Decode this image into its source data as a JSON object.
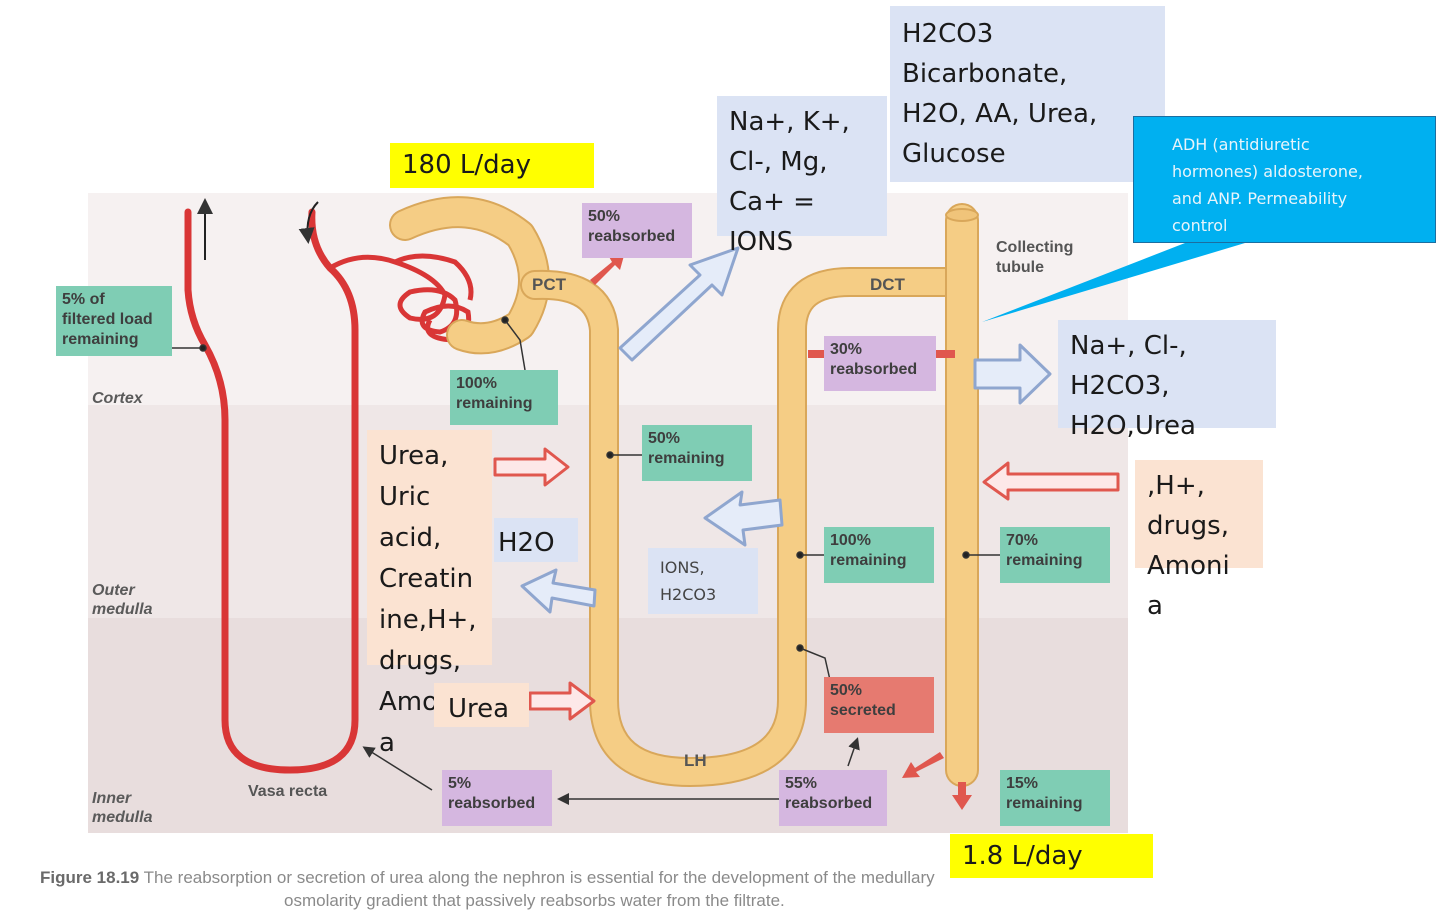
{
  "zones": {
    "cortex": "Cortex",
    "outer_medulla": "Outer\nmedulla",
    "inner_medulla": "Inner\nmedulla"
  },
  "segments": {
    "pct": "PCT",
    "dct": "DCT",
    "lh": "LH",
    "collecting": "Collecting\ntubule",
    "vasa_recta": "Vasa recta"
  },
  "tags": {
    "filtered_load": "5% of\nfiltered load\nremaining",
    "pct_remaining": "100%\nremaining",
    "pct_reabsorbed": "50%\nreabsorbed",
    "desc_remaining": "50%\nremaining",
    "dct_reabsorbed": "30%\nreabsorbed",
    "asc_remaining": "100%\nremaining",
    "ct_remaining": "70%\nremaining",
    "secreted": "50%\nsecreted",
    "lh_reabsorbed_5": "5%\nreabsorbed",
    "lh_reabsorbed_55": "55%\nreabsorbed",
    "final_remaining": "15%\nremaining"
  },
  "annotations": {
    "flow_in": "180 L/day",
    "flow_out": "1.8 L/day",
    "ions_box": "Na+, K+,\nCl-, Mg,\nCa+ =\nIONS",
    "pct_absorbed": "H2CO3\nBicarbonate,\nH2O, AA, Urea,\nGlucose",
    "adh_callout": "ADH (antidiuretic\nhormones) aldosterone,\nand ANP. Permeability\ncontrol",
    "dct_out": "Na+, Cl-,\nH2CO3,\nH2O,Urea",
    "ct_secreted": ",H+,\ndrugs,\nAmoni\na",
    "pct_secreted": "Urea,\nUric\nacid,\nCreatin\nine,H+,\ndrugs,\nAmoni\na",
    "h2o": "H2O",
    "ions_h2co3": "IONS,\nH2CO3",
    "urea": "Urea"
  },
  "caption": {
    "label": "Figure 18.19",
    "text": "The reabsorption or secretion of urea along the nephron is essential for the development of the medullary",
    "text2": "osmolarity gradient that passively reabsorbs water from the filtrate."
  },
  "colors": {
    "tubule": "#f5cd85",
    "tubule_edge": "#d9a75a",
    "vessel": "#d93636",
    "green_tag": "#7fcdb4",
    "purple_tag": "#d5b7e0",
    "red_tag": "#e67a70",
    "blue_box": "#dbe3f4",
    "peach_box": "#fbe3d2",
    "yellow": "#ffff00",
    "adh_blue": "#00b0f0"
  }
}
